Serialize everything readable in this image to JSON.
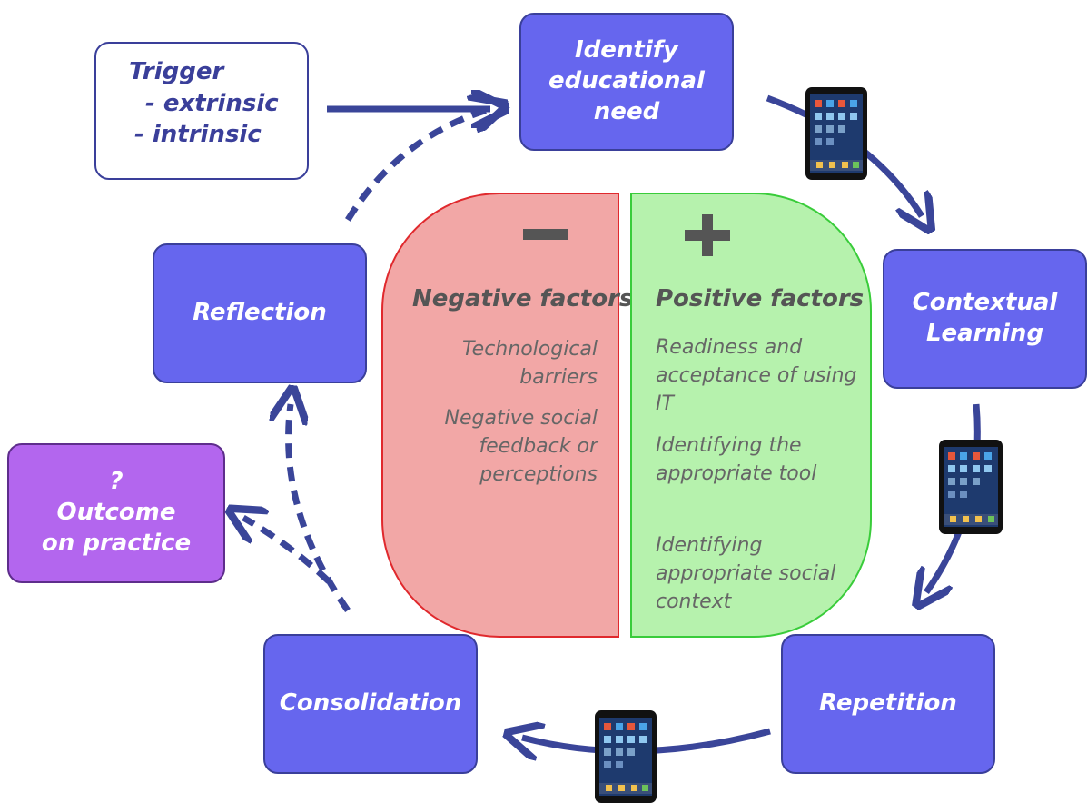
{
  "trigger": {
    "title": "Trigger",
    "items": [
      "- extrinsic",
      "- intrinsic"
    ]
  },
  "cycle": {
    "identify": [
      "Identify",
      "educational",
      "need"
    ],
    "contextual": [
      "Contextual",
      "Learning"
    ],
    "repetition": "Repetition",
    "consolidation": "Consolidation",
    "reflection": "Reflection"
  },
  "outcome": [
    "?",
    "Outcome",
    "on practice"
  ],
  "negative": {
    "title": "Negative factors",
    "items": [
      [
        "Technological barriers"
      ],
      [
        "Negative social",
        "feedback or",
        "perceptions"
      ]
    ]
  },
  "positive": {
    "title": "Positive factors",
    "items": [
      [
        "Readiness and",
        "acceptance of using IT"
      ],
      [
        "Identifying the",
        "appropriate tool"
      ],
      [
        "Identifying",
        "appropriate social",
        "context"
      ]
    ]
  },
  "colors": {
    "stage_box": "#6666ee",
    "outcome_box": "#b366ee",
    "arrow": "#3a4599",
    "negative_fill": "#f2a7a6",
    "negative_border": "#e0292d",
    "positive_fill": "#b6f2ad",
    "positive_border": "#39cc3a"
  },
  "icons": [
    "tablet-icon",
    "tablet-icon",
    "tablet-icon",
    "minus-icon",
    "plus-icon"
  ]
}
